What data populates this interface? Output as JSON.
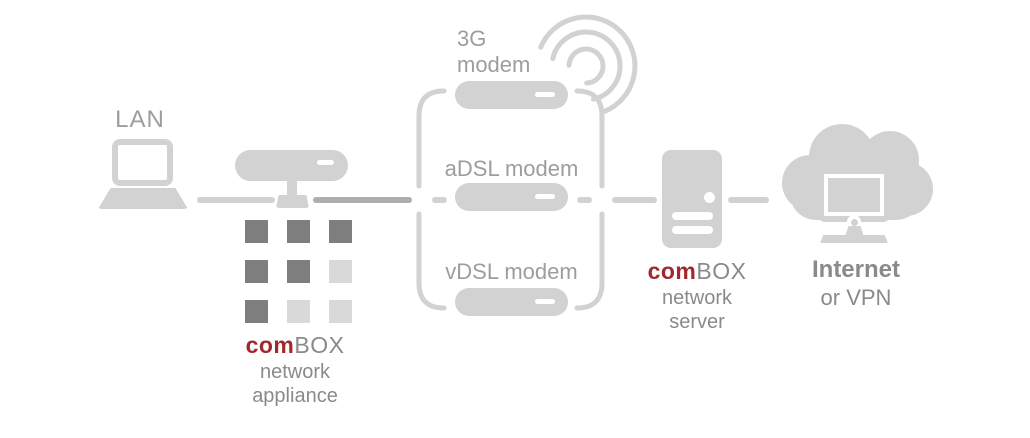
{
  "labels": {
    "lan": "LAN",
    "modem_3g_line1": "3G",
    "modem_3g_line2": "modem",
    "modem_adsl": "aDSL modem",
    "modem_vdsl": "vDSL modem",
    "appliance_brand_red": "com",
    "appliance_brand_gray": "BOX",
    "appliance_sub1": "network",
    "appliance_sub2": "appliance",
    "server_brand_red": "com",
    "server_brand_gray": "BOX",
    "server_sub1": "network",
    "server_sub2": "server",
    "internet_line1": "Internet",
    "internet_line2": "or VPN"
  },
  "colors": {
    "icon_gray": "#d2d2d2",
    "line_dark": "#aeaeae",
    "square_dark": "#7e7e7e",
    "square_light": "#d9d9d9",
    "text_gray": "#9d9d9d",
    "text_dark": "#8a8a8a",
    "brand_red": "#a2282e",
    "bg": "#ffffff"
  },
  "appliance_grid": [
    [
      "dark",
      "dark",
      "dark"
    ],
    [
      "dark",
      "dark",
      "light"
    ],
    [
      "dark",
      "light",
      "light"
    ]
  ]
}
